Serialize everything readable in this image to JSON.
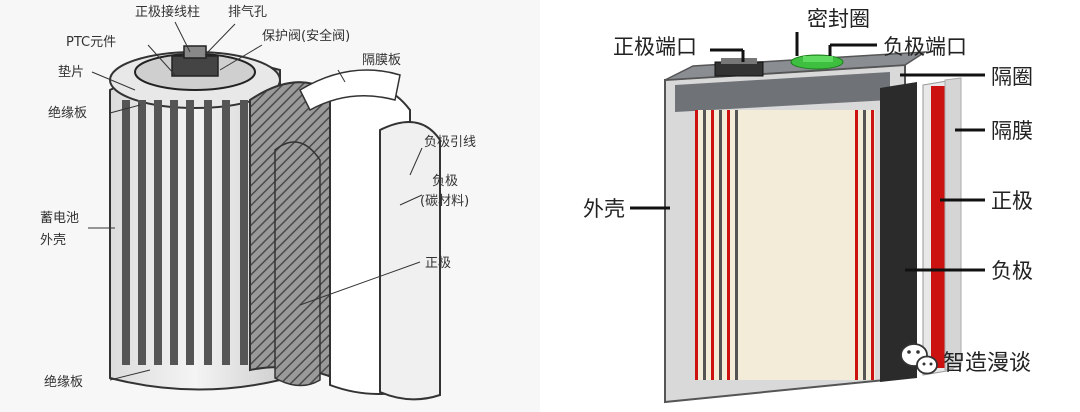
{
  "left_diagram": {
    "labels": {
      "positive_terminal": "正极接线柱",
      "vent_hole": "排气孔",
      "ptc_element": "PTC元件",
      "protection_valve": "保护阀(安全阀)",
      "gasket": "垫片",
      "separator_plate": "隔膜板",
      "insulation_top": "绝缘板",
      "negative_lead": "负极引线",
      "negative_electrode": "负极",
      "negative_material": "(碳材料)",
      "battery_case_line1": "蓄电池",
      "battery_case_line2": "外壳",
      "positive_electrode": "正极",
      "insulation_bottom": "绝缘板"
    }
  },
  "right_diagram": {
    "labels": {
      "seal_ring": "密封圈",
      "positive_port": "正极端口",
      "negative_port": "负极端口",
      "spacer_ring": "隔圈",
      "separator": "隔膜",
      "case": "外壳",
      "positive_electrode": "正极",
      "negative_electrode": "负极"
    }
  },
  "watermark": {
    "text": "智造漫谈",
    "icon": "wechat-icon"
  },
  "colors": {
    "left_background": "#f7f7f7",
    "negative_plate_red": "#cc1111",
    "terminal_green": "#3fbf3f",
    "case_gray": "#6f7378"
  }
}
